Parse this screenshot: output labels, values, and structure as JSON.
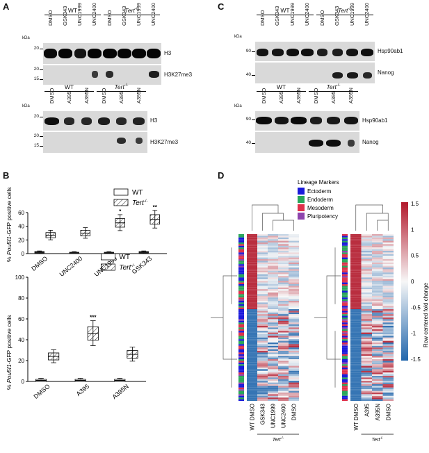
{
  "panels": {
    "a": "A",
    "b": "B",
    "c": "C",
    "d": "D"
  },
  "groups": {
    "wt": "WT",
    "tert": "Tert",
    "tert_sup": "-/-"
  },
  "kda": "kDa",
  "a_top": {
    "lanes": [
      "DMSO",
      "GSK343",
      "UNC1999",
      "UNC2400",
      "DMSO",
      "GSK343",
      "UNC1999",
      "UNC2400"
    ],
    "blots": [
      {
        "name": "H3",
        "ticks": [
          "20"
        ]
      },
      {
        "name": "H3K27me3",
        "ticks": [
          "20",
          "15"
        ]
      }
    ]
  },
  "a_bot": {
    "lanes": [
      "DMSO",
      "A395",
      "A395N",
      "DMSO",
      "A395",
      "A395N"
    ],
    "blots": [
      {
        "name": "H3",
        "ticks": [
          "20"
        ]
      },
      {
        "name": "H3K27me3",
        "ticks": [
          "20",
          "15"
        ]
      }
    ]
  },
  "c_top": {
    "lanes": [
      "DMSO",
      "GSK343",
      "UNC1999",
      "UNC2400",
      "DMSO",
      "GSK343",
      "UNC1999",
      "UNC2400"
    ],
    "blots": [
      {
        "name": "Hsp90ab1",
        "ticks": [
          "90"
        ]
      },
      {
        "name": "Nanog",
        "ticks": [
          "40"
        ]
      }
    ]
  },
  "c_bot": {
    "lanes": [
      "DMSO",
      "A395",
      "A395N",
      "DMSO",
      "A395",
      "A395N"
    ],
    "blots": [
      {
        "name": "Hsp90ab1",
        "ticks": [
          "90"
        ]
      },
      {
        "name": "Nanog",
        "ticks": [
          "40"
        ]
      }
    ]
  },
  "b_axis_pre": "% ",
  "b_axis_gene": "Pou5f1",
  "b_axis_post": "-GFP positive cells",
  "legend": {
    "wt": "WT",
    "tert": "Tert",
    "tert_sup": "-/-"
  },
  "chart_data": [
    {
      "type": "box",
      "ylim": [
        0,
        60
      ],
      "yticks": [
        "0",
        "20",
        "40",
        "60"
      ],
      "categories": [
        "DMSO",
        "UNC2400",
        "UNC1999",
        "GSK343"
      ],
      "series": [
        {
          "name": "WT",
          "values": [
            2,
            1,
            1,
            2
          ]
        },
        {
          "name": "Tert -/-",
          "values": [
            27,
            30,
            45,
            50
          ]
        }
      ],
      "sig": [
        "",
        "",
        "*",
        "**"
      ]
    },
    {
      "type": "box",
      "ylim": [
        0,
        100
      ],
      "yticks": [
        "0",
        "20",
        "40",
        "60",
        "80",
        "100"
      ],
      "categories": [
        "DMSO",
        "A395",
        "A395N"
      ],
      "series": [
        {
          "name": "WT",
          "values": [
            1,
            1,
            1
          ]
        },
        {
          "name": "Tert -/-",
          "values": [
            24,
            46,
            26
          ]
        }
      ],
      "sig": [
        "",
        "***",
        ""
      ]
    }
  ],
  "d": {
    "legend_title": "Lineage Markers",
    "lineages": [
      {
        "name": "Ectoderm",
        "color": "#1a1adb"
      },
      {
        "name": "Endoderm",
        "color": "#2aa65a"
      },
      {
        "name": "Mesoderm",
        "color": "#e0304a"
      },
      {
        "name": "Pluripotency",
        "color": "#8e44ad"
      }
    ],
    "colorbar": {
      "label": "Row centered fold change",
      "ticks": [
        "1.5",
        "1",
        "0.5",
        "0",
        "-0.5",
        "-1",
        "-1.5"
      ]
    },
    "left_cols": [
      "WT DMSO",
      "GSK343",
      "UNC1999",
      "UNC2400",
      "DMSO"
    ],
    "right_cols": [
      "WT DMSO",
      "A395",
      "A395N",
      "DMSO"
    ]
  }
}
